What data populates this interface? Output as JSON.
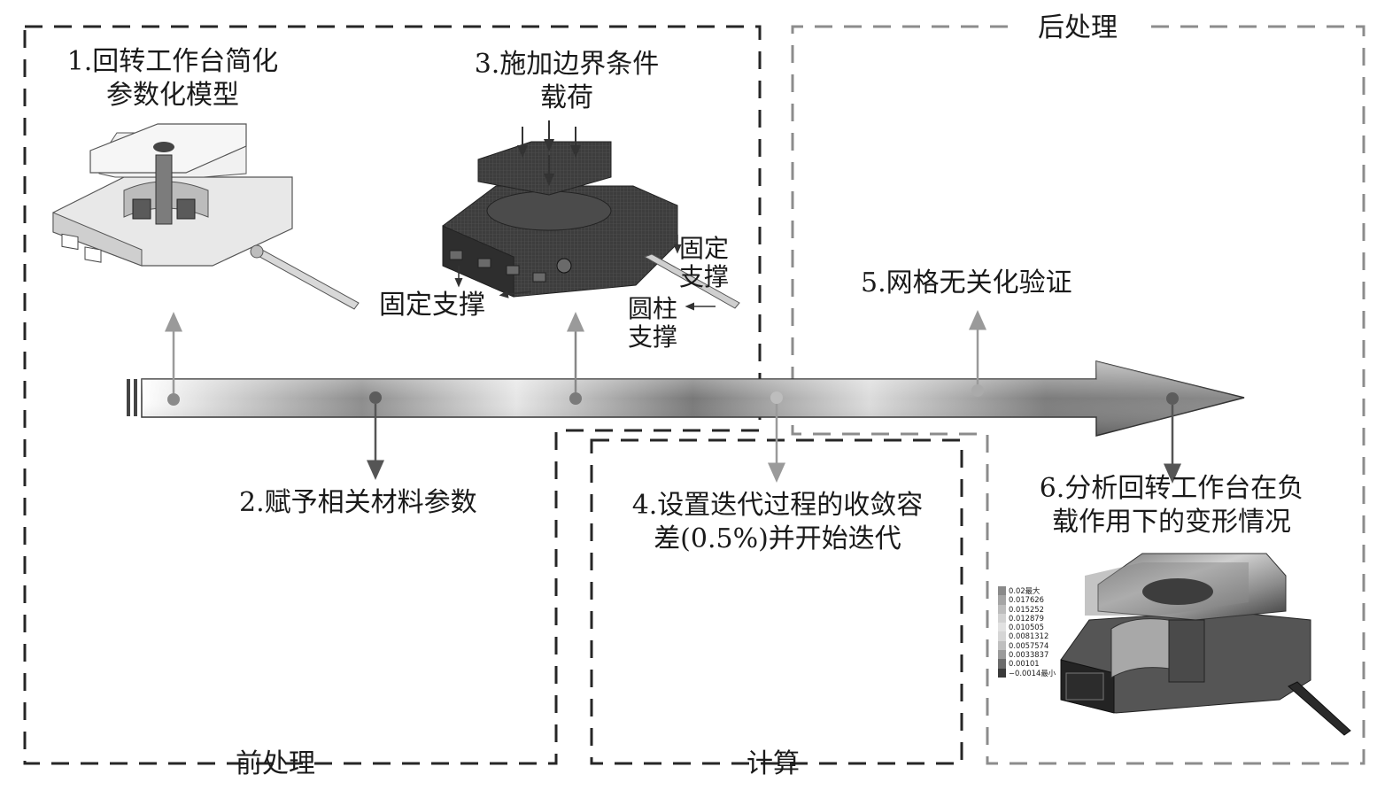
{
  "phases": {
    "pre": "前处理",
    "calc": "计算",
    "post": "后处理"
  },
  "steps": {
    "step1": [
      "1.回转工作台简化",
      "参数化模型"
    ],
    "step2": "2.赋予相关材料参数",
    "step3": [
      "3.施加边界条件",
      "载荷"
    ],
    "step4": [
      "4.设置迭代过程的收敛容",
      "差(0.5%)并开始迭代"
    ],
    "step5": "5.网格无关化验证",
    "step6": [
      "6.分析回转工作台在负",
      "载作用下的变形情况"
    ]
  },
  "annotations": {
    "fixed_support_left": "固定支撑",
    "fixed_support_right": [
      "固定",
      "支撑"
    ],
    "cylinder_support": [
      "圆柱",
      "支撑"
    ]
  },
  "legend": [
    {
      "label": "0.02最大",
      "color": "#8a8a8a"
    },
    {
      "label": "0.017626",
      "color": "#a5a5a5"
    },
    {
      "label": "0.015252",
      "color": "#bdbdbd"
    },
    {
      "label": "0.012879",
      "color": "#d2d2d2"
    },
    {
      "label": "0.010505",
      "color": "#e2e2e2"
    },
    {
      "label": "0.0081312",
      "color": "#d6d6d6"
    },
    {
      "label": "0.0057574",
      "color": "#bfbfbf"
    },
    {
      "label": "0.0033837",
      "color": "#9a9a9a"
    },
    {
      "label": "0.00101",
      "color": "#6c6c6c"
    },
    {
      "label": "−0.0014最小",
      "color": "#3a3a3a"
    }
  ],
  "colors": {
    "dark_border": "#262626",
    "light_border": "#8c8c8c",
    "dot": "#7a7a7a",
    "arrow_dark": "#555555",
    "arrow_light": "#9a9a9a"
  }
}
